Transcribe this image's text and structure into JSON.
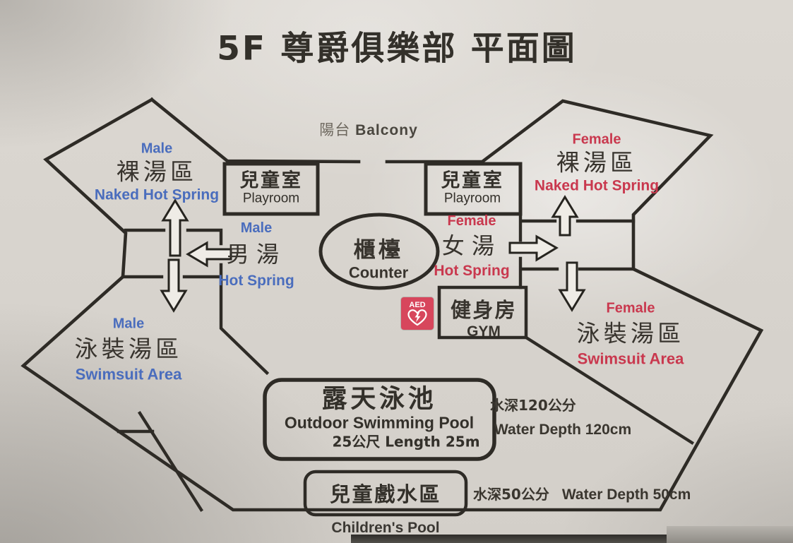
{
  "title": "5F 尊爵俱樂部 平面圖",
  "balcony": {
    "zh": "陽台",
    "en": "Balcony"
  },
  "colors": {
    "male": "#4a6dbd",
    "female": "#c9384e",
    "line": "#2e2b26",
    "aed_red": "#d7465c"
  },
  "areas": {
    "male_naked": {
      "gender": "Male",
      "zh": "裸湯區",
      "en": "Naked Hot Spring"
    },
    "male_hot_spring": {
      "gender": "Male",
      "zh": "男湯",
      "en": "Hot Spring"
    },
    "male_swimsuit": {
      "gender": "Male",
      "zh": "泳裝湯區",
      "en": "Swimsuit Area"
    },
    "female_naked": {
      "gender": "Female",
      "zh": "裸湯區",
      "en": "Naked Hot Spring"
    },
    "female_hot_spring": {
      "gender": "Female",
      "zh": "女湯",
      "en": "Hot Spring"
    },
    "female_swimsuit": {
      "gender": "Female",
      "zh": "泳裝湯區",
      "en": "Swimsuit Area"
    }
  },
  "rooms": {
    "playroom_left": {
      "zh": "兒童室",
      "en": "Playroom"
    },
    "playroom_right": {
      "zh": "兒童室",
      "en": "Playroom"
    },
    "counter": {
      "zh": "櫃檯",
      "en": "Counter"
    },
    "gym": {
      "zh": "健身房",
      "en": "GYM",
      "aed": "AED"
    }
  },
  "pools": {
    "outdoor": {
      "zh": "露天泳池",
      "en": "Outdoor Swimming Pool",
      "length": "25公尺 Length 25m",
      "depth_zh": "水深120公分",
      "depth_en": "Water Depth 120cm"
    },
    "children": {
      "zh": "兒童戲水區",
      "en": "Children's Pool",
      "depth_zh": "水深50公分",
      "depth_en": "Water Depth 50cm"
    }
  }
}
